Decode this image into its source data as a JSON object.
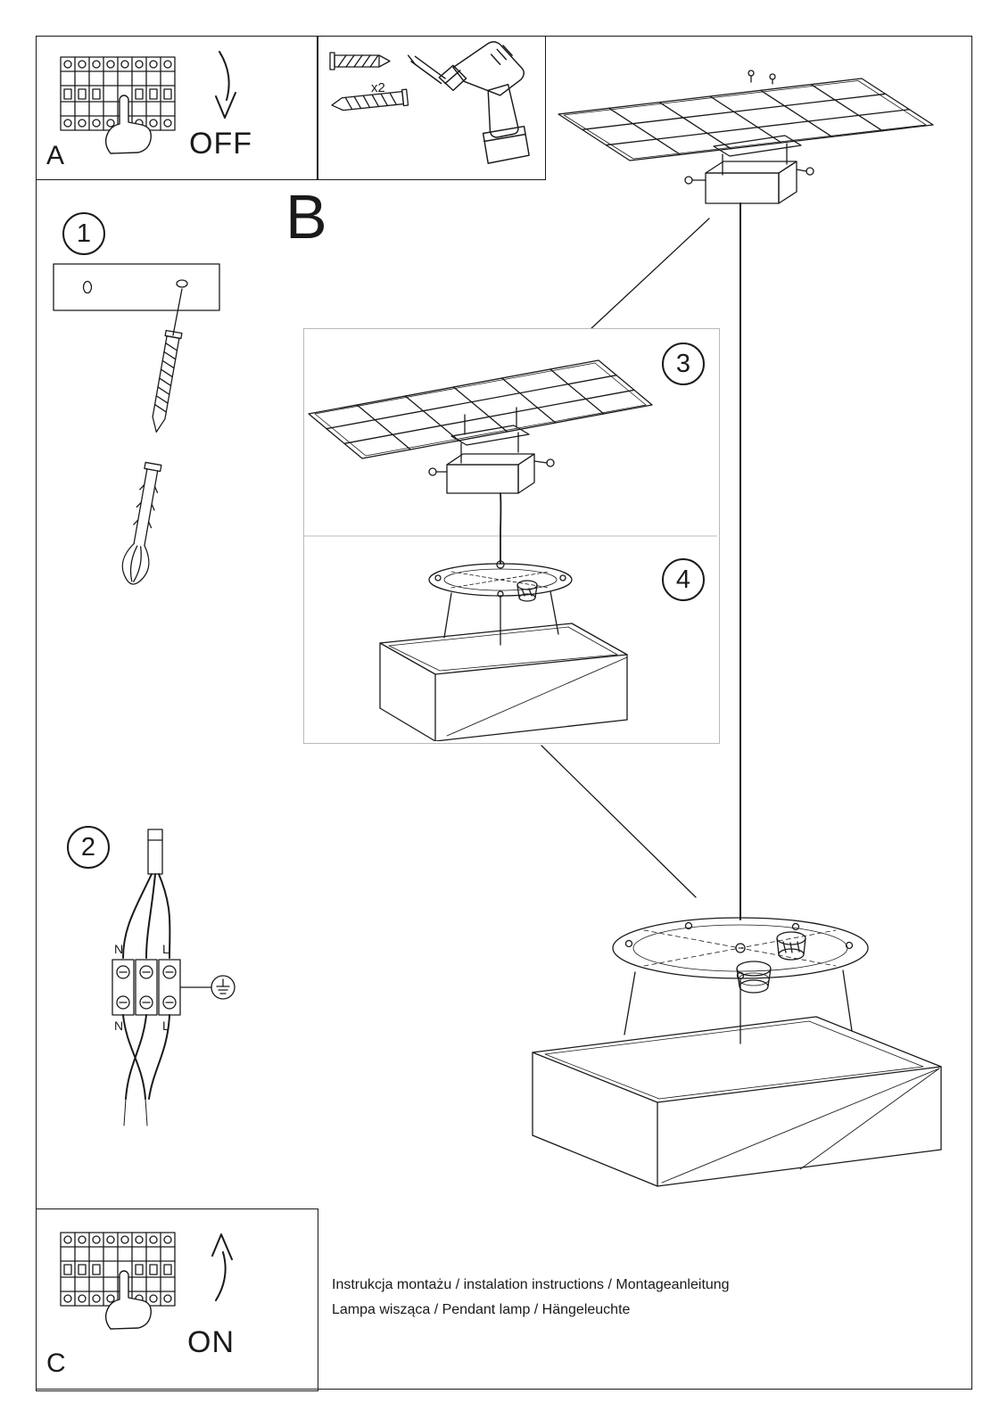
{
  "panel_a": {
    "label": "A",
    "state": "OFF"
  },
  "panel_tools": {
    "count_label": "x2"
  },
  "section_b": {
    "label": "B"
  },
  "steps": {
    "s1": "1",
    "s2": "2",
    "s3": "3",
    "s4": "4"
  },
  "wiring": {
    "n_top": "N",
    "l_top": "L",
    "n_bottom": "N",
    "l_bottom": "L"
  },
  "panel_c": {
    "label": "C",
    "state": "ON"
  },
  "caption": {
    "line1": "Instrukcja montażu / instalation instructions / Montageanleitung",
    "line2": "Lampa wisząca / Pendant lamp / Hängeleuchte"
  },
  "icons": {
    "breaker": "circuit-breaker-icon",
    "hand": "pointing-hand-icon",
    "arrow_down": "curved-arrow-down-icon",
    "arrow_up": "curved-arrow-up-icon",
    "wall_anchor": "wall-anchor-icon",
    "screw": "screw-icon",
    "drill": "drill-icon",
    "ceiling_grid": "suspended-ceiling-grid",
    "bracket": "mounting-bracket",
    "junction_box": "junction-box",
    "canopy": "lamp-canopy",
    "shade": "square-lamp-shade",
    "terminal_block": "terminal-block",
    "ground": "earth-ground-icon"
  },
  "colors": {
    "ink": "#1a1a1a",
    "paper": "#ffffff",
    "inset_border": "#b9b9b9"
  }
}
